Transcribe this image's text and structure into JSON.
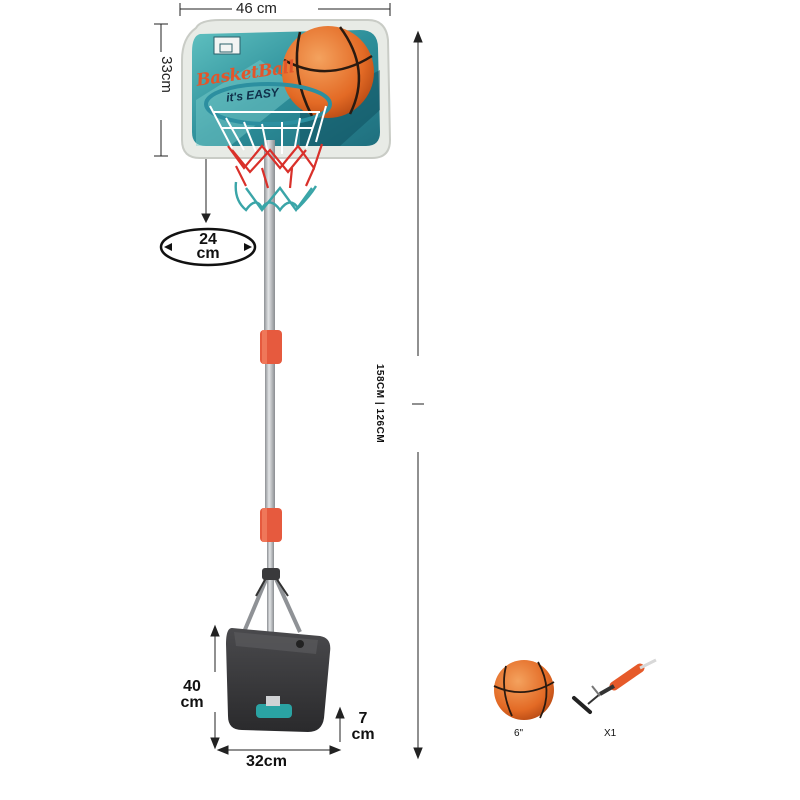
{
  "dimensions": {
    "backboard_width": "46 cm",
    "backboard_height": "33cm",
    "hoop_diameter_value": "24",
    "hoop_diameter_unit": "cm",
    "total_height": "158CM | 126CM",
    "base_height_value": "40",
    "base_height_unit": "cm",
    "base_foot_value": "7",
    "base_foot_unit": "cm",
    "base_width": "32cm"
  },
  "backboard": {
    "logo_text": "BasketBall",
    "tagline": "it's EASY"
  },
  "accessories": {
    "ball_caption": "6\"",
    "pump_caption": "X1"
  },
  "colors": {
    "backboard_teal": "#2f9aa0",
    "ball_orange": "#e86a2a",
    "pole_grey": "#a9acb0",
    "joint_orange": "#e65a3e",
    "base_black": "#3a3a3c",
    "net_red": "#d9302a",
    "net_teal": "#3aa5a8"
  }
}
